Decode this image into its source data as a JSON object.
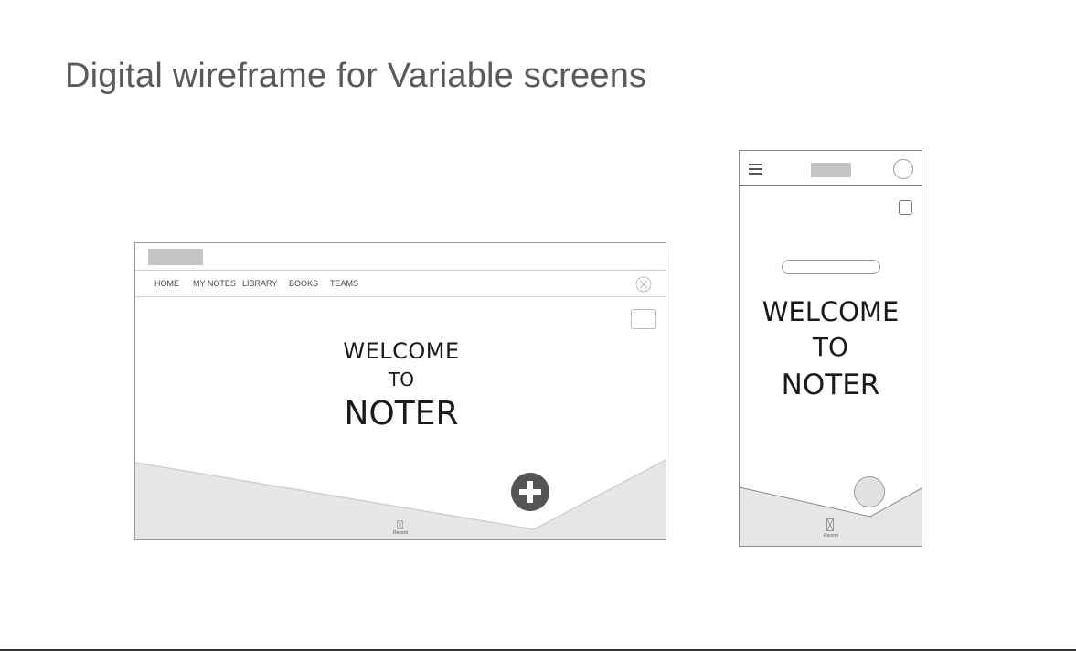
{
  "slide": {
    "title": "Digital wireframe for Variable screens"
  },
  "desktop": {
    "nav": [
      "HOME",
      "MY NOTES",
      "LIBRARY",
      "BOOKS",
      "TEAMS"
    ],
    "welcome_line1": "WELCOME",
    "welcome_line2": "TO",
    "welcome_line3": "NOTER",
    "recent_label": "Recent",
    "icons": {
      "close": "close-circle-icon",
      "fab": "plus-icon",
      "recent": "hourglass-icon"
    }
  },
  "mobile": {
    "welcome_line1": "WELCOME",
    "welcome_line2": "TO",
    "welcome_line3": "NOTER",
    "recent_label": "Recent",
    "icons": {
      "menu": "hamburger-menu-icon",
      "avatar": "profile-circle-icon",
      "recent": "hourglass-icon"
    }
  },
  "colors": {
    "title_text": "#5a5a5a",
    "placeholder_block": "#c4c4c4",
    "bottom_panel": "#e6e6e6",
    "fab_dark": "#555555",
    "fab_light": "#e2e2e2"
  }
}
